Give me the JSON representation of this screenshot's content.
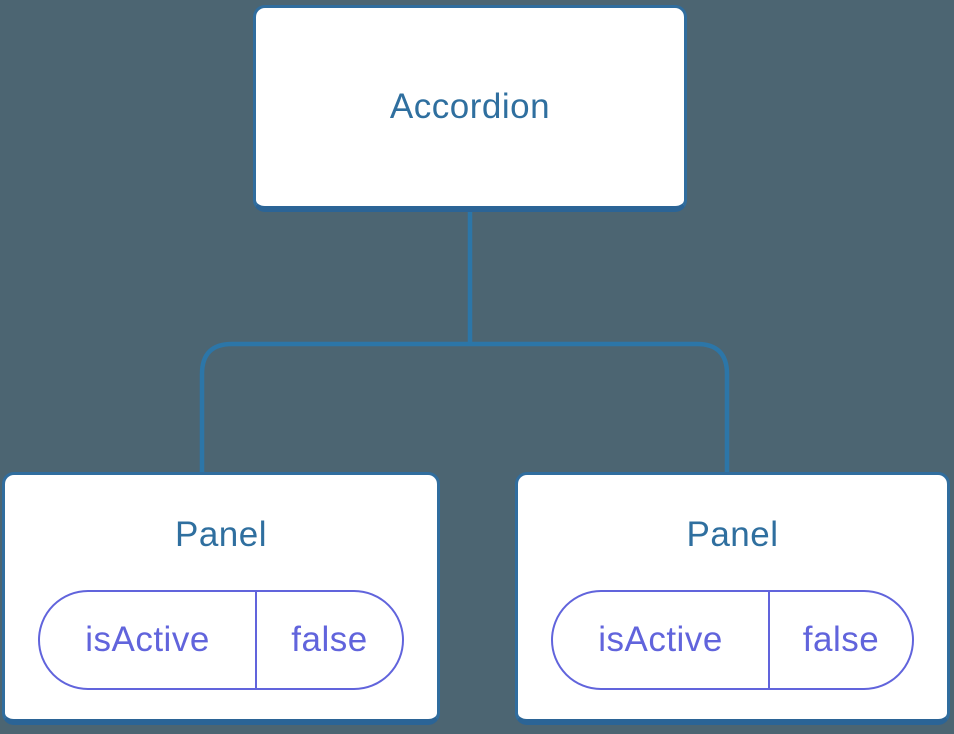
{
  "diagram": {
    "type": "component-tree",
    "description": "React component tree showing an Accordion parent and two Panel children, each holding an isActive state set to false"
  },
  "colors": {
    "background": "#4C6572",
    "card-bg": "#FFFFFF",
    "card-border": "#306D9E",
    "card-border-bottom": "#2B6496",
    "connector": "#2C76A8",
    "title-text": "#2F6F9F",
    "state-accent": "#6164DC"
  },
  "tree": {
    "root": {
      "label": "Accordion"
    },
    "children": [
      {
        "label": "Panel",
        "state": {
          "key": "isActive",
          "value": "false"
        }
      },
      {
        "label": "Panel",
        "state": {
          "key": "isActive",
          "value": "false"
        }
      }
    ]
  }
}
